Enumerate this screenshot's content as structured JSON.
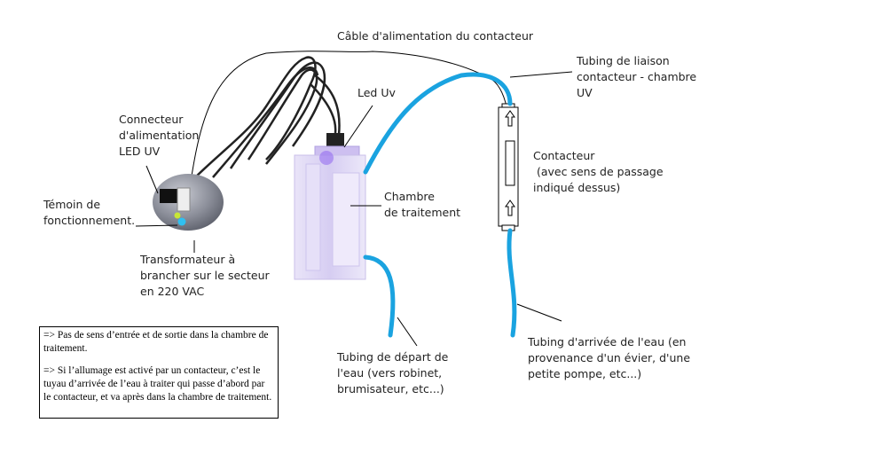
{
  "labels": {
    "cable_contacteur": "Câble d'alimentation du contacteur",
    "tubing_liaison": [
      "Tubing de liaison",
      "contacteur - chambre",
      "UV"
    ],
    "led_uv": "Led Uv",
    "connecteur": [
      "Connecteur",
      "d'alimentation",
      "LED UV"
    ],
    "temoin": [
      "Témoin de",
      "fonctionnement."
    ],
    "chambre": [
      "Chambre",
      "de traitement"
    ],
    "contacteur": [
      "Contacteur",
      " (avec sens de passage",
      "indiqué dessus)"
    ],
    "transformateur": [
      "Transformateur à",
      "brancher sur le secteur",
      "en 220 VAC"
    ],
    "tubing_depart": [
      "Tubing de départ de",
      "l'eau (vers robinet,",
      "brumisateur, etc...)"
    ],
    "tubing_arrivee": [
      "Tubing d'arrivée de l'eau (en",
      "provenance d'un évier, d'une",
      "petite pompe, etc...)"
    ]
  },
  "note": {
    "p1": "=> Pas de sens d’entrée et de sortie dans la chambre de traitement.",
    "p2": "=> Si l’allumage est activé par un contacteur, c’est le tuyau d’arrivée de l’eau à traiter qui passe d’abord par le contacteur, et va après dans la chambre de traitement."
  },
  "colors": {
    "tubing": "#1aa3e0",
    "uv_glow": "#8a5cf0",
    "led_green": "#c8e635",
    "led_blue": "#30c0f0"
  }
}
